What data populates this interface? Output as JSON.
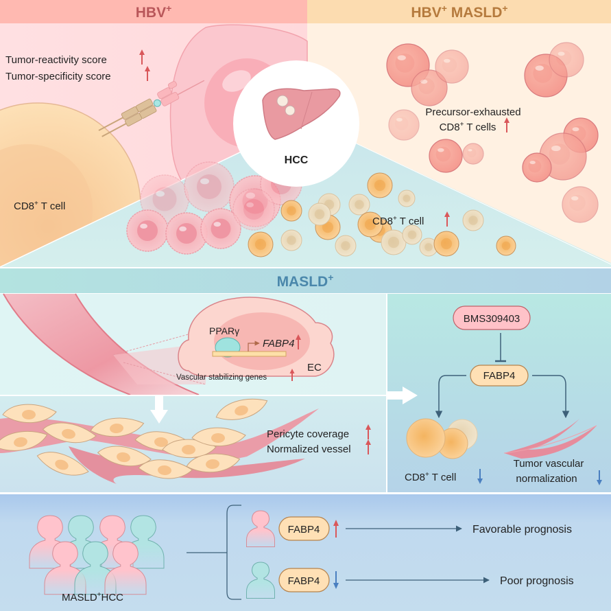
{
  "title": "Graphical abstract: FABP4 in HBV+ and MASLD+ hepatocellular carcinoma",
  "colors": {
    "hbv_header_bg": "#ffb9b1",
    "hbv_header_text": "#b9575a",
    "hbv_panel_bg": "#ffe2e4",
    "hbv_masld_header_bg": "#fcdcb0",
    "hbv_masld_header_text": "#b57a3d",
    "hbv_masld_panel_bg": "#fff1e2",
    "masld_header_bg": "#b2e0e2",
    "masld_header_text": "#4a87ab",
    "masld_panel_bg": "#d4eeee",
    "bottom_panel_bg": "#c3dbef",
    "up_arrow": "#d9575a",
    "down_arrow": "#4a7fc0",
    "pathway_line": "#3d6079",
    "fabp4_pill_fill": "#ffe0b5",
    "fabp4_pill_stroke": "#b5824c",
    "drug_pill_fill": "#ffc2c8",
    "drug_pill_stroke": "#c06068"
  },
  "sections": {
    "hbv": {
      "header": "HBV",
      "header_sup": "+",
      "scores": [
        {
          "label": "Tumor-reactivity score",
          "trend": "up"
        },
        {
          "label": "Tumor-specificity score",
          "trend": "up"
        }
      ],
      "cell_label": "CD8",
      "cell_label_sup": "+",
      "cell_label_suffix": " T cell"
    },
    "hbv_masld": {
      "header_part1": "HBV",
      "header_sup1": "+",
      "header_part2": " MASLD",
      "header_sup2": "+",
      "finding_line1": "Precursor-exhausted",
      "finding_line2_pre": "CD8",
      "finding_line2_sup": "+",
      "finding_line2_suffix": " T cells",
      "trend": "up"
    },
    "center": {
      "organ_icon": "liver-icon",
      "label": "HCC"
    },
    "masld_triangle": {
      "label_pre": "CD8",
      "label_sup": "+",
      "label_suffix": " T cell",
      "trend": "up"
    },
    "masld": {
      "header": "MASLD",
      "header_sup": "+",
      "ec_panel": {
        "tf_label": "PPARγ",
        "gene_label": "FABP4",
        "gene_trend": "up",
        "cell_type": "EC",
        "sub_label": "Vascular stabilizing genes",
        "sub_trend": "up"
      },
      "vessel_panel": {
        "findings": [
          {
            "label": "Pericyte coverage",
            "trend": "up"
          },
          {
            "label": "Normalized vessel",
            "trend": "up"
          }
        ]
      },
      "inhibitor_panel": {
        "drug": "BMS309403",
        "target": "FABP4",
        "outcome_left_pre": "CD8",
        "outcome_left_sup": "+",
        "outcome_left_suffix": " T cell",
        "outcome_left_trend": "down",
        "outcome_right_line1": "Tumor vascular",
        "outcome_right_line2": "normalization",
        "outcome_right_trend": "down"
      }
    },
    "prognosis": {
      "cohort_pre": "MASLD",
      "cohort_sup": "+",
      "cohort_suffix": "HCC",
      "rows": [
        {
          "marker": "FABP4",
          "trend": "up",
          "outcome": "Favorable prognosis",
          "person_color": "pink"
        },
        {
          "marker": "FABP4",
          "trend": "down",
          "outcome": "Poor prognosis",
          "person_color": "teal"
        }
      ]
    }
  }
}
